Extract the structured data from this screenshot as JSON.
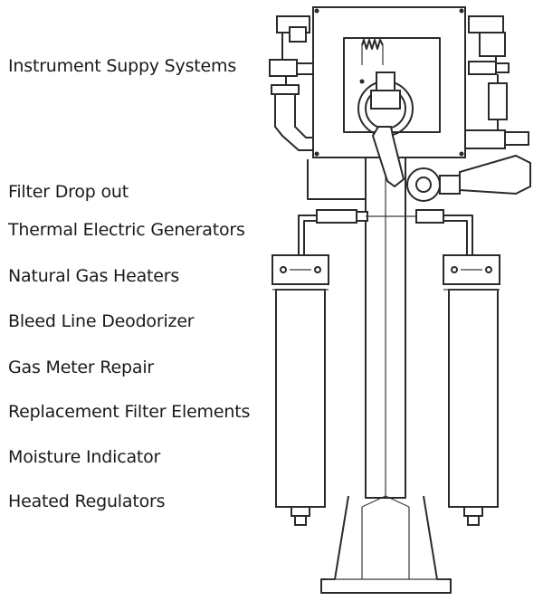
{
  "labels": [
    "Instrument Suppy Systems",
    "Filter Drop out",
    "Thermal Electric Generators",
    "Natural Gas Heaters",
    "Bleed Line Deodorizer",
    "Gas Meter Repair",
    "Replacement Filter Elements",
    "Moisture Indicator",
    "Heated Regulators"
  ],
  "colors": {
    "text": "#1a1a1a",
    "line": "#2a2a2a",
    "background": "#ffffff"
  }
}
